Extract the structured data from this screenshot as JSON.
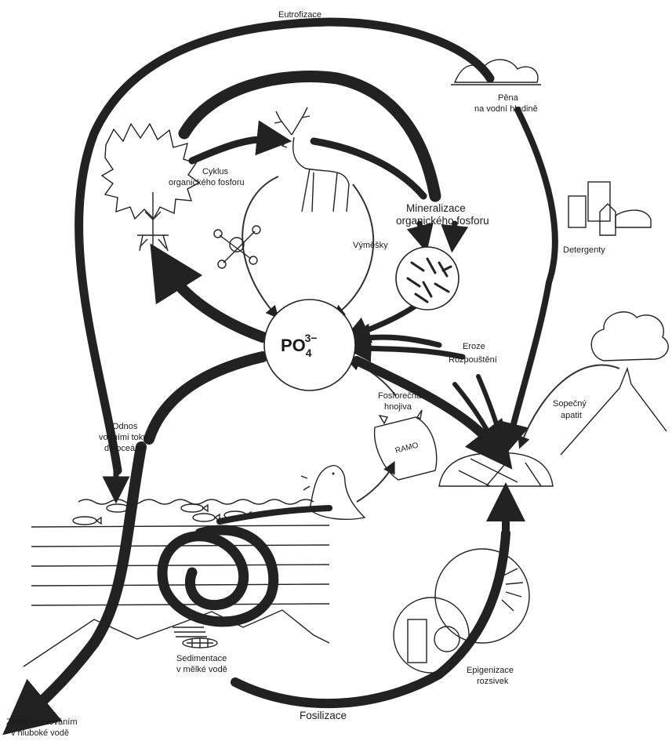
{
  "labels": {
    "eutrofizace": "Eutrofizace",
    "pena_1": "Pěna",
    "pena_2": "na vodní hladině",
    "cyklus_1": "Cyklus",
    "cyklus_2": "organického fosforu",
    "mineralizace_1": "Mineralizace",
    "mineralizace_2": "organického fosforu",
    "vymesky": "Výměšky",
    "detergenty": "Detergenty",
    "po4_main": "PO",
    "po4_sub": "4",
    "po4_sup": "3−",
    "eroze_1": "Eroze",
    "eroze_2": "Rozpouštění",
    "fosforecna_1": "Fosforečná",
    "fosforecna_2": "hnojiva",
    "sopecny_1": "Sopečný",
    "sopecny_2": "apatit",
    "odnos_1": "Odnos",
    "odnos_2": "vodními toky",
    "odnos_3": "do oceánu",
    "sedimentace_1": "Sedimentace",
    "sedimentace_2": "v mělké vodě",
    "epigenizace_1": "Epigenizace",
    "epigenizace_2": "rozsivek",
    "fosilizace": "Fosilizace",
    "ztraty_1": "Ztráty usazováním",
    "ztraty_2": "v hluboké vodě",
    "bag_text": "RAMO"
  },
  "colors": {
    "ink": "#222222",
    "background": "#ffffff"
  }
}
